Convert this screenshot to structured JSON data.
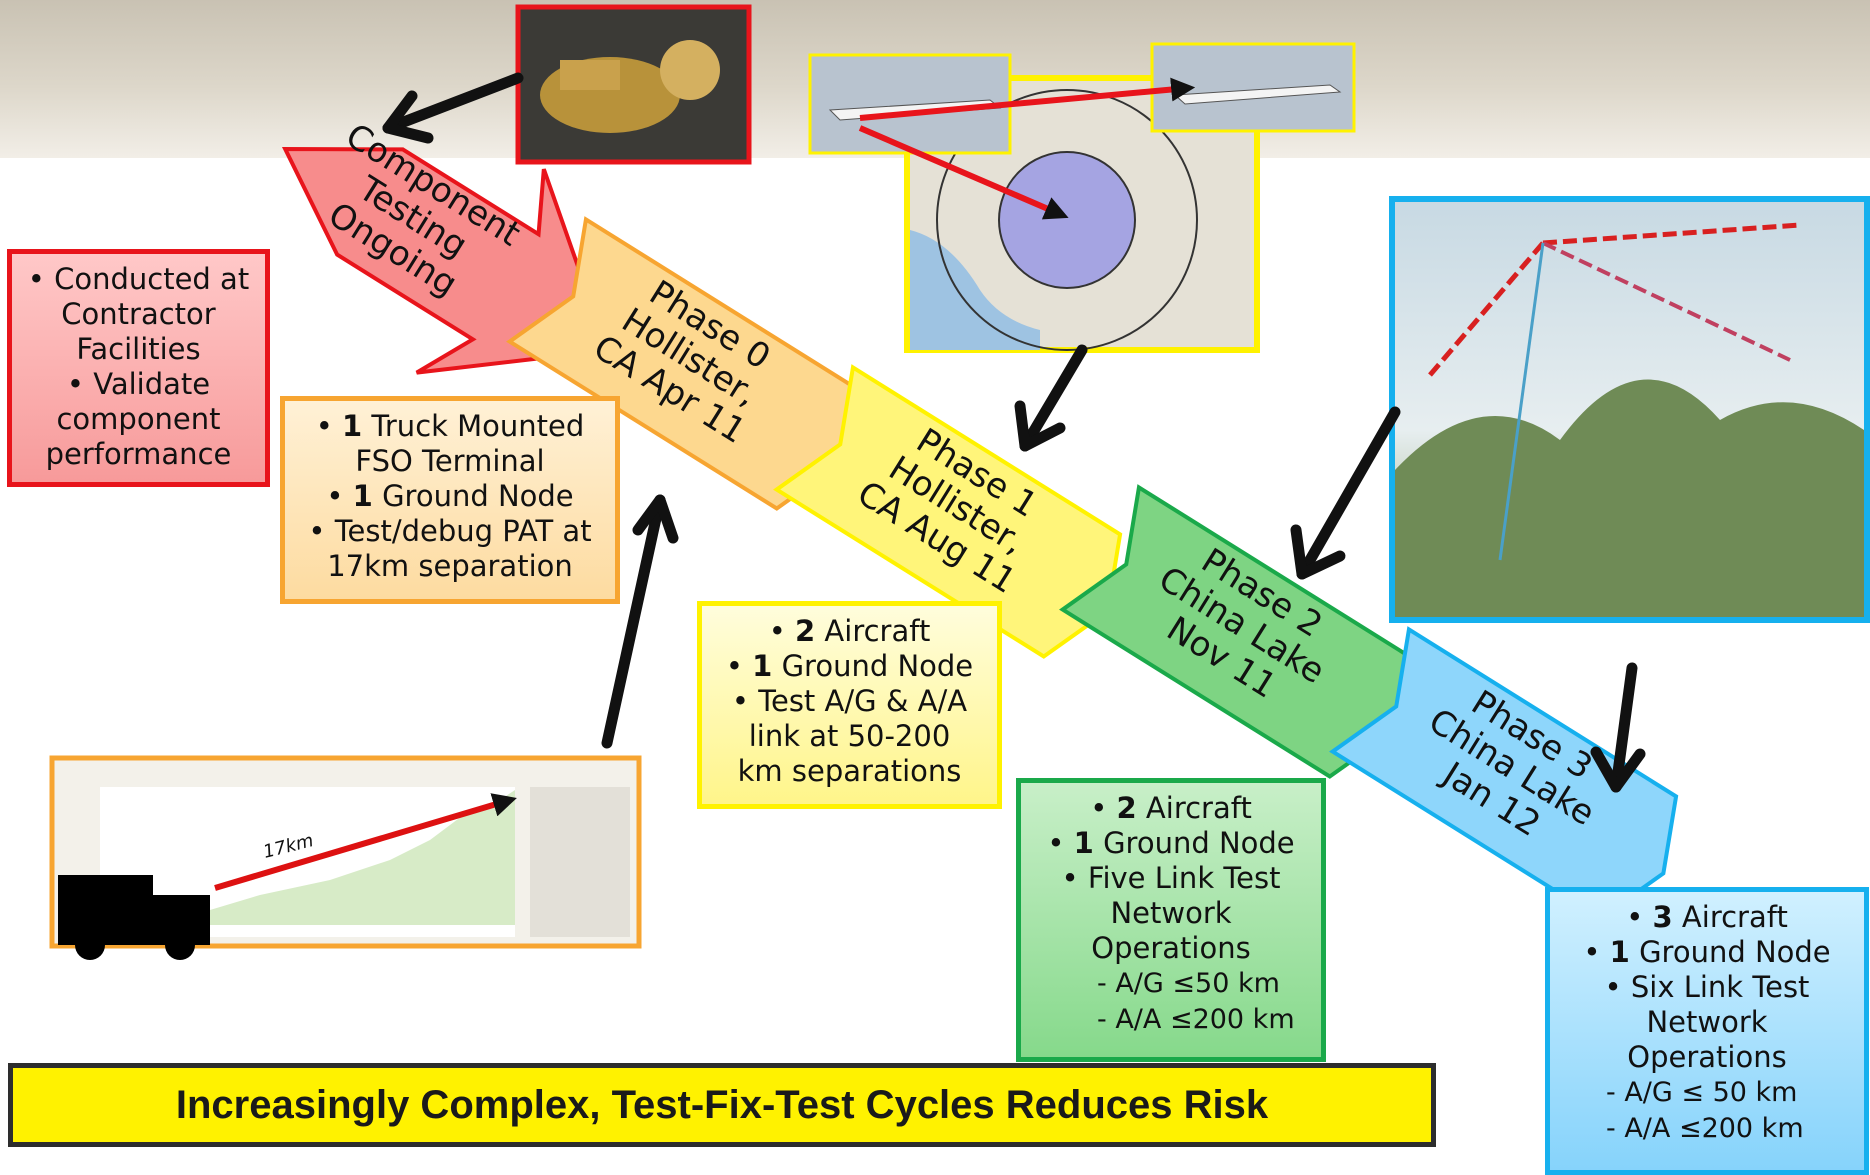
{
  "phases": [
    {
      "lines": [
        "Component",
        "Testing",
        "Ongoing"
      ],
      "fill": "#f78c8c",
      "stroke": "#e8141b"
    },
    {
      "lines": [
        "Phase 0",
        "Hollister,",
        "CA Apr 11"
      ],
      "fill": "#fdd88f",
      "stroke": "#f7a531"
    },
    {
      "lines": [
        "Phase 1",
        "Hollister,",
        "CA Aug 11"
      ],
      "fill": "#fff57a",
      "stroke": "#fff200"
    },
    {
      "lines": [
        "Phase 2",
        "China Lake",
        "Nov 11"
      ],
      "fill": "#7ed483",
      "stroke": "#1aa94a"
    },
    {
      "lines": [
        "Phase 3",
        "China Lake",
        "Jan 12"
      ],
      "fill": "#8ed6fb",
      "stroke": "#16b0ee"
    }
  ],
  "component_box": {
    "line1": "• Conducted at",
    "line2": "Contractor",
    "line3": "Facilities",
    "line4": "• Validate",
    "line5": "component",
    "line6": "performance"
  },
  "phase0_box": {
    "b1": "1",
    "t1": " Truck Mounted",
    "t1b": "FSO Terminal",
    "b2": "1",
    "t2": " Ground Node",
    "t3": "• Test/debug PAT at",
    "t3b": "17km separation"
  },
  "phase1_box": {
    "b1": "2",
    "t1": " Aircraft",
    "b2": "1",
    "t2": " Ground Node",
    "t3": "• Test A/G & A/A",
    "t3b": "link at 50-200",
    "t3c": "km separations"
  },
  "phase2_box": {
    "b1": "2",
    "t1": " Aircraft",
    "b2": "1",
    "t2": " Ground Node",
    "t3": "• Five Link Test",
    "t3b": "Network",
    "t3c": "Operations",
    "s1": "-  A/G ≤50 km",
    "s2": "-  A/A ≤200 km"
  },
  "phase3_box": {
    "b1": "3",
    "t1": " Aircraft",
    "b2": "1",
    "t2": " Ground Node",
    "t3": "• Six Link Test",
    "t3b": "Network",
    "t3c": "Operations",
    "s1": "-  A/G ≤ 50 km",
    "s2": "-  A/A ≤200 km"
  },
  "chart_label": "17km",
  "footer": "Increasingly Complex, Test-Fix-Test Cycles Reduces Risk",
  "colors": {
    "red": "#e8141b",
    "orange": "#f7a531",
    "yellow": "#fff200",
    "green": "#1aa94a",
    "blue": "#16b0ee"
  }
}
